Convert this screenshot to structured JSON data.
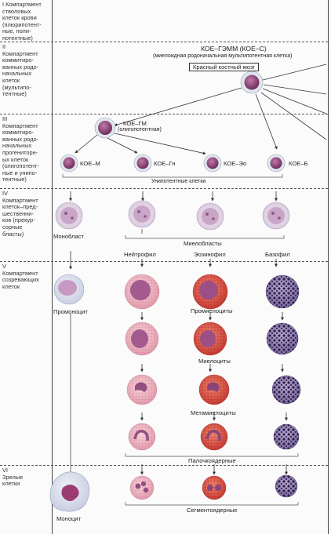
{
  "compartments": [
    {
      "label": "I Компартмент\nстволовых\nклеток крови\n(плюрипотент-\nные, поли-\nпотентные)"
    },
    {
      "label": "II\nКомпартмент\nкоммитиро-\nванных родо-\nначальных\nклеток\n(мультипо-\nтентные)"
    },
    {
      "label": "III\nКомпартмент\nкоммитиро-\nванных родо-\nначальных\nпрогениторн-\nых клеток\n(олигопотент-\nные и унипо-\nтентные)"
    },
    {
      "label": "IV\nКомпартмент\nклеток–пред-\nшественни-\nков (прекур-\nсорные\nбласты)"
    },
    {
      "label": "V\nКомпартмент\nсозревающих\nклеток"
    },
    {
      "label": "VI\nЗрелые\nклетки"
    }
  ],
  "top": {
    "cfu_gemm": "КОЕ–ГЭММ (КОЕ–С)",
    "cfu_gemm_desc": "(миелоидная родоначальная мультипотентная клетка)",
    "bone_marrow": "Красный костный мозг"
  },
  "cfu_gm": {
    "name": "КОЕ–ГМ",
    "desc": "(олигопотентная)"
  },
  "cfu_row": [
    "КОЕ–М",
    "КОЕ–Гн",
    "КОЕ–Эо",
    "КОЕ–Б"
  ],
  "unipotent": "Унипотентные клетки",
  "blasts": {
    "monoblast": "Монобласт",
    "myeloblasts": "Миелобласты"
  },
  "columns": {
    "neutrophil": "Нейтрофил",
    "eosinophil": "Эозинофил",
    "basophil": "Базофил"
  },
  "stages": {
    "promonocyte": "Промоноцит",
    "promyelocytes": "Промиелоциты",
    "myelocytes": "Миелоциты",
    "metamyelocytes": "Метамиелоциты",
    "band": "Палочкоядерные",
    "monocyte": "Моноцит",
    "segmented": "Сегментоядерные"
  },
  "colors": {
    "cfu_cell": "#8a3f70",
    "neutrophil": "#e6a1b0",
    "eosinophil": "#d94b40",
    "basophil": "#3a2a57",
    "monocyte_nucleus": "#9a3c72"
  }
}
